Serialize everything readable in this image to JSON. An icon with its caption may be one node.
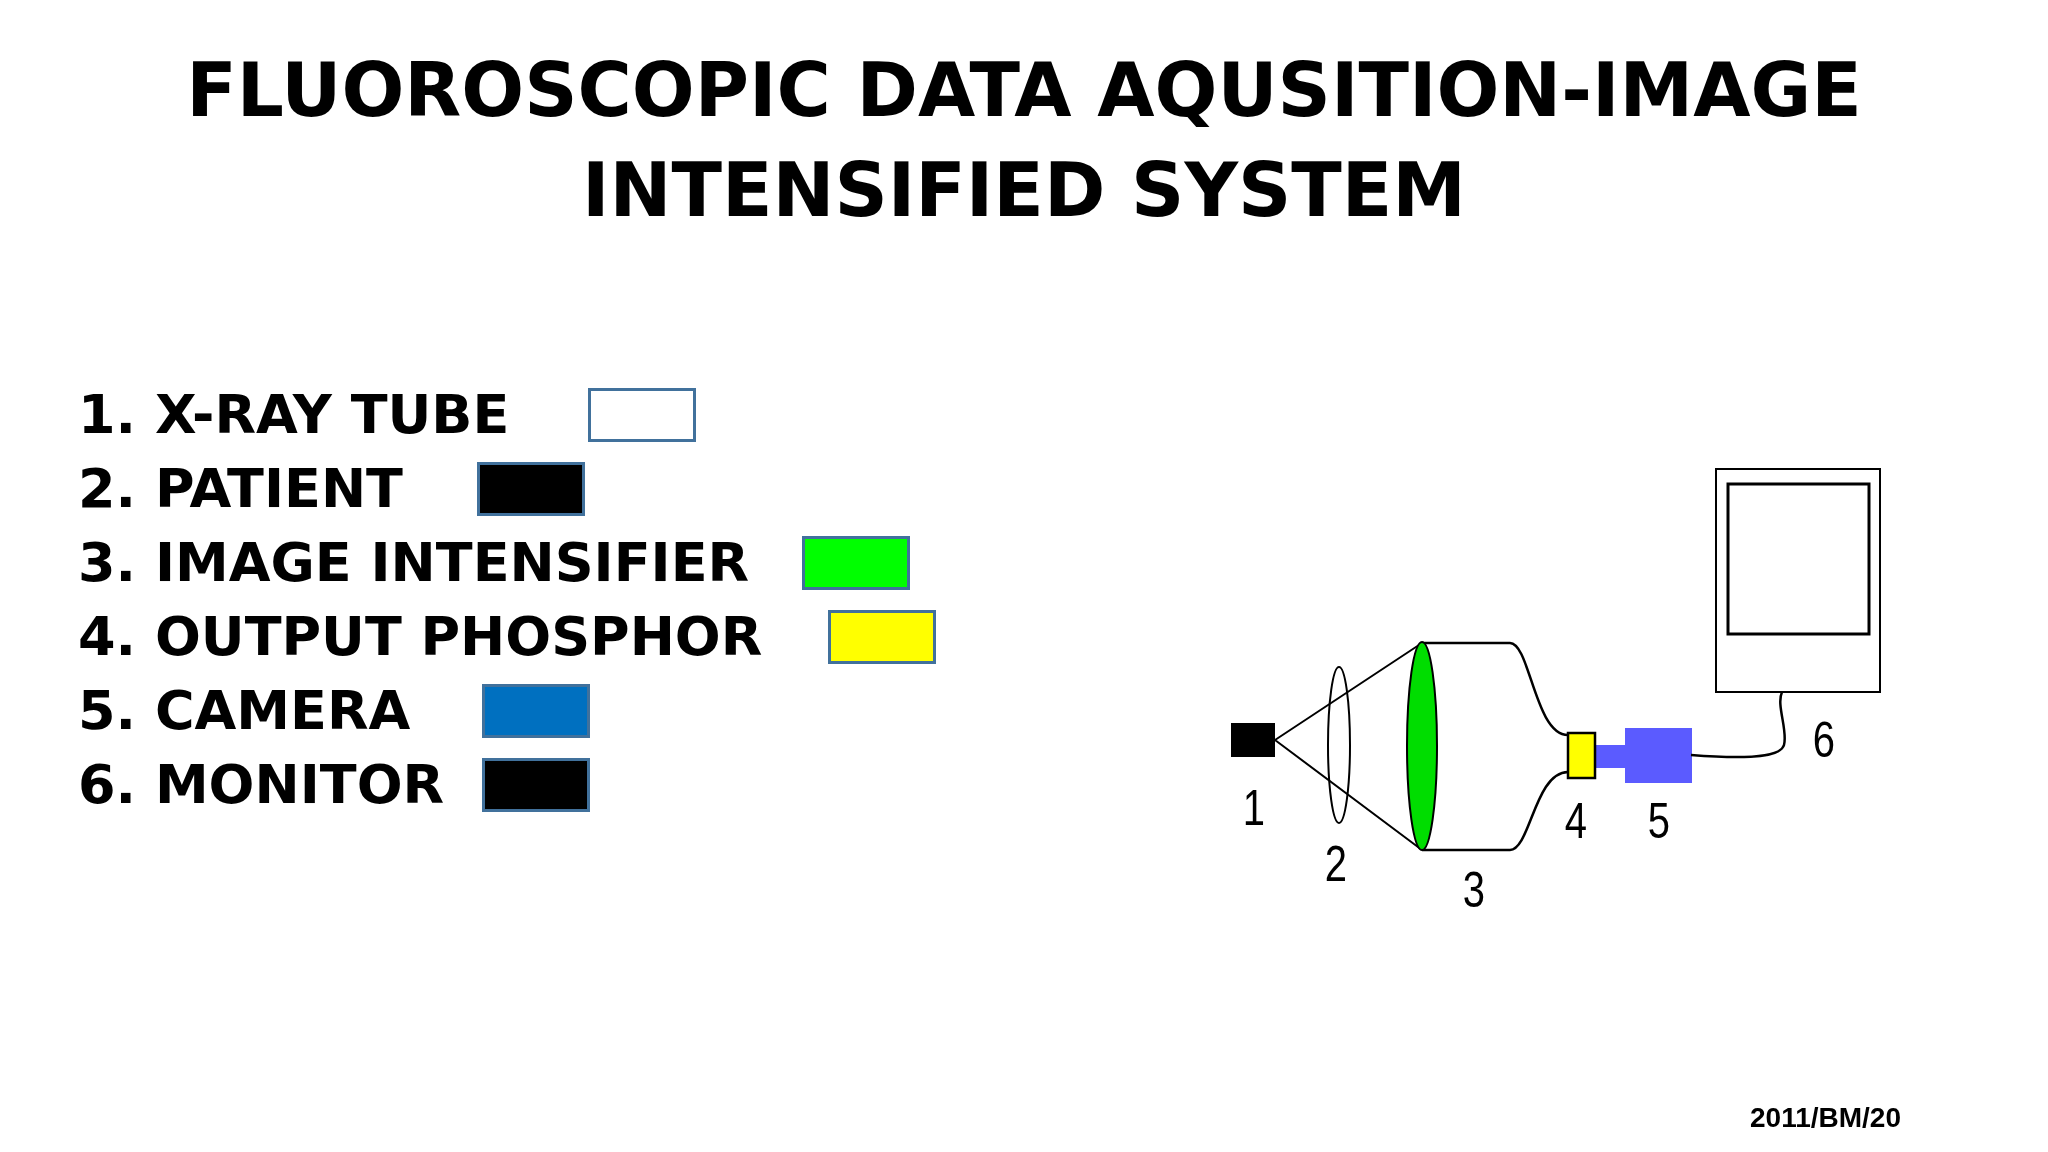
{
  "diagram": {
    "title": "FLUOROSCOPIC DATA AQUSITION-IMAGE INTENSIFIED SYSTEM",
    "labels": [
      "1",
      "2",
      "3",
      "4",
      "5",
      "6",
      "2011/BM/20"
    ],
    "legend": [
      {
        "text": "1. X-RAY TUBE",
        "color": "#ffffff"
      },
      {
        "text": "2. PATIENT",
        "color": "#000000"
      },
      {
        "text": "3. IMAGE INTENSIFIER",
        "color": "#00ff00"
      },
      {
        "text": "4. OUTPUT PHOSPHOR",
        "color": "#ffff00"
      },
      {
        "text": "5. CAMERA",
        "color": "#0070c0"
      },
      {
        "text": "6. MONITOR",
        "color": "#000000"
      }
    ]
  }
}
